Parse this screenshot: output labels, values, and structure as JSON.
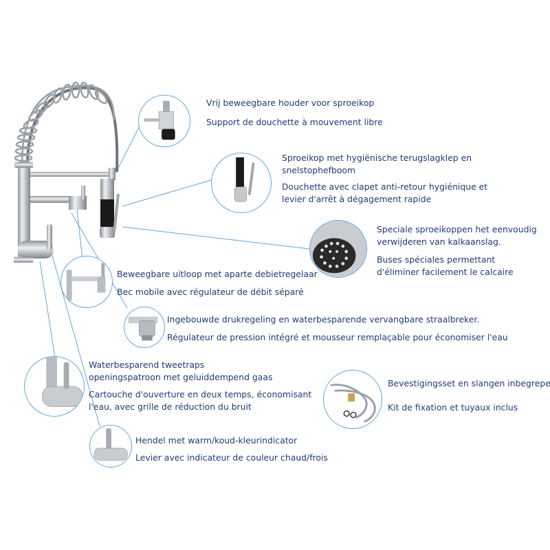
{
  "colors": {
    "text": "#1f3a78",
    "line": "#5fa8dc",
    "chrome": "#b7bcc2",
    "black": "#1a1a1a"
  },
  "features": [
    {
      "id": "holder",
      "icon": "spray-holder-icon",
      "nl": "Vrij beweegbare houder voor sproeikop",
      "fr": "Support de douchette à mouvement libre"
    },
    {
      "id": "sprayhead",
      "icon": "spray-head-lever-icon",
      "nl": "Sproeikop met hygiënische terugslagklep en snelstophefboom",
      "fr": "Douchette avec clapet anti-retour hygiénique et levier d'arrêt à dégagement rapide"
    },
    {
      "id": "nozzles",
      "icon": "spray-nozzles-icon",
      "nl": "Speciale sproeikoppen het eenvoudig verwijderen van kalkaanslag.",
      "fr": "Buses spéciales permettant d'éliminer facilement le calcaire"
    },
    {
      "id": "spout",
      "icon": "swivel-spout-icon",
      "nl": "Beweegbare uitloop met aparte debietregelaar",
      "fr": "Bec mobile avec régulateur de débit séparé"
    },
    {
      "id": "aerator",
      "icon": "aerator-icon",
      "nl": "Ingebouwde drukregeling en waterbesparende vervangbare straalbreker.",
      "fr": "Régulateur de pression intégré et mousseur remplaçable pour économiser l'eau"
    },
    {
      "id": "cartridge",
      "icon": "cartridge-body-icon",
      "nl": "Waterbesparend tweetraps openingspatroon met geluiddempend gaas",
      "fr": "Cartouche d'ouverture en deux temps, économisant l'eau, avec grille de réduction du bruit"
    },
    {
      "id": "handle",
      "icon": "handle-lever-icon",
      "nl": "Hendel met warm/koud-kleurindicator",
      "fr": "Levier avec indicateur de couleur chaud/frois"
    },
    {
      "id": "hoses",
      "icon": "hoses-kit-icon",
      "nl": "Bevestigingsset en slangen inbegrepen",
      "fr": "Kit de fixation et tuyaux inclus"
    }
  ],
  "labels": {
    "holder_nl": "Vrij beweegbare houder voor sproeikop",
    "holder_fr": "Support de douchette à mouvement libre",
    "sprayhead_nl_1": "Sproeikop met hygiënische terugslagklep en",
    "sprayhead_nl_2": "snelstophefboom",
    "sprayhead_fr_1": "Douchette avec clapet anti-retour hygiénique et",
    "sprayhead_fr_2": "levier d'arrêt à dégagement rapide",
    "nozzles_nl_1": "Speciale sproeikoppen het eenvoudig",
    "nozzles_nl_2": "verwijderen van kalkaanslag.",
    "nozzles_fr_1": "Buses spéciales permettant",
    "nozzles_fr_2": "d'éliminer facilement le calcaire",
    "spout_nl": "Beweegbare uitloop met aparte debietregelaar",
    "spout_fr": "Bec mobile avec régulateur de débit séparé",
    "aerator_nl": "Ingebouwde drukregeling en waterbesparende vervangbare straalbreker.",
    "aerator_fr": "Régulateur de pression intégré et mousseur remplaçable pour économiser l'eau",
    "cartridge_nl_1": "Waterbesparend tweetraps",
    "cartridge_nl_2": "openingspatroon met geluiddempend gaas",
    "cartridge_fr_1": "Cartouche d'ouverture en deux temps, économisant",
    "cartridge_fr_2": "l'eau, avec grille de réduction du bruit",
    "handle_nl": "Hendel met warm/koud-kleurindicator",
    "handle_fr": "Levier avec indicateur de couleur chaud/frois",
    "hoses_nl": "Bevestigingsset en slangen inbegrepen",
    "hoses_fr": "Kit de fixation et tuyaux inclus"
  }
}
